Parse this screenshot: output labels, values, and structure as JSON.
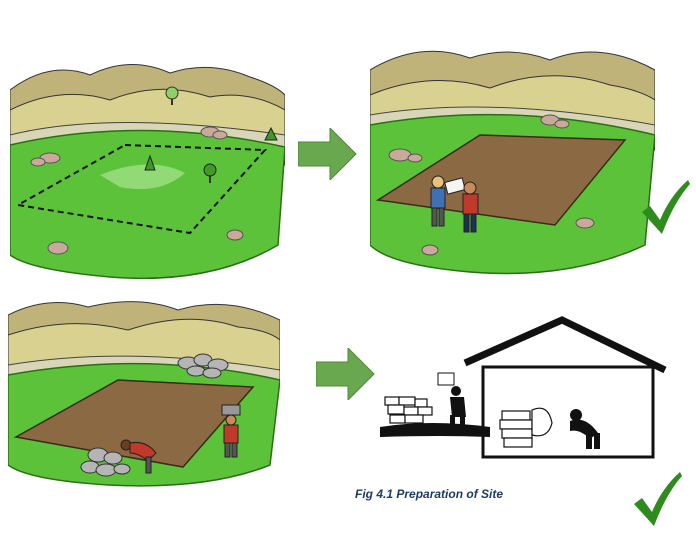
{
  "caption": "Fig 4.1 Preparation of Site",
  "colors": {
    "grass": "#5cc23a",
    "grass_dark": "#3f9a25",
    "soil": "#8b6a43",
    "hills_far": "#bfb37a",
    "hills_near": "#d9d18f",
    "arrow": "#6aa84f",
    "check": "#2e8b1e"
  },
  "panels": [
    {
      "name": "uncleared-site",
      "icon": "grass-field-icon"
    },
    {
      "name": "cleared-site-inspection",
      "icon": "survey-icon"
    },
    {
      "name": "stone-collection",
      "icon": "stone-pile-icon"
    },
    {
      "name": "stone-storage-shed",
      "icon": "shed-icon"
    }
  ],
  "arrows": [
    "right-arrow-icon",
    "right-arrow-icon"
  ],
  "checkmarks": [
    "check-icon",
    "check-icon"
  ]
}
